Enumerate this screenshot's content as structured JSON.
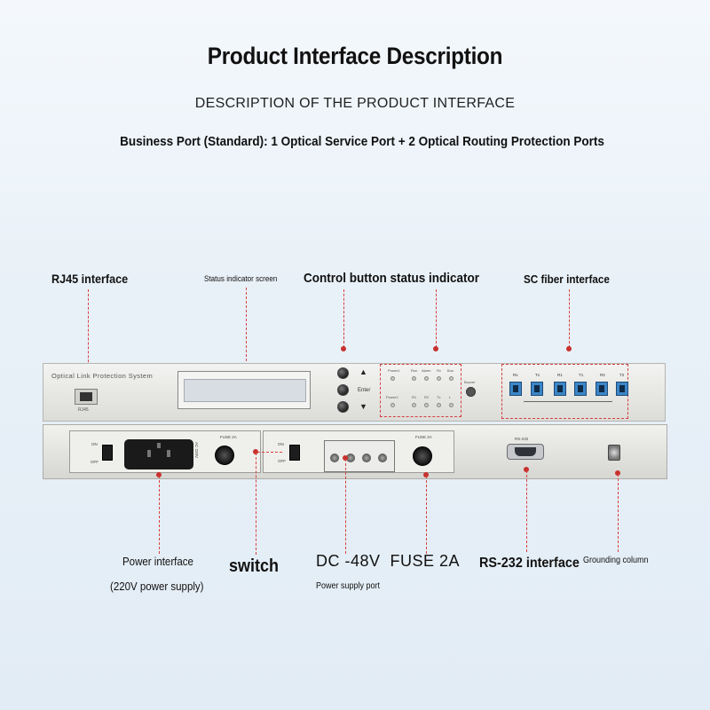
{
  "header": {
    "title": "Product Interface Description",
    "subtitle": "DESCRIPTION OF THE PRODUCT INTERFACE",
    "description": "Business Port (Standard): 1 Optical Service Port + 2 Optical Routing Protection Ports"
  },
  "labels": {
    "rj45": "RJ45 interface",
    "status_screen": "Status indicator screen",
    "control_button": "Control button status indicator",
    "sc_fiber": "SC fiber interface",
    "power_interface": "Power interface",
    "power_supply_note": "(220V power supply)",
    "switch": "switch",
    "dc_spec": "DC -48V  FUSE 2A",
    "power_supply_port": "Power supply port",
    "rs232": "RS-232 interface",
    "grounding": "Grounding column"
  },
  "device": {
    "front_label": "Optical Link Protection System",
    "rj45_text": "RJ45",
    "enter_text": "Enter",
    "buzzer_text": "Buzzer",
    "led_top": [
      "Power1",
      "Run",
      "Alarm",
      "Rx",
      "Bus"
    ],
    "led_bottom": [
      "Power2",
      "R1",
      "R2",
      "Tx",
      "L"
    ],
    "sc_ports": [
      "Rx",
      "Tx",
      "R1",
      "T1",
      "R2",
      "T2"
    ],
    "on_text": "ON",
    "off_text": "OFF",
    "fuse_text": "FUSE 2A",
    "rs232_text": "RS-232",
    "ac_text": "AC 220V"
  },
  "colors": {
    "accent_red": "#c8312d",
    "sc_blue": "#3c86c7"
  }
}
